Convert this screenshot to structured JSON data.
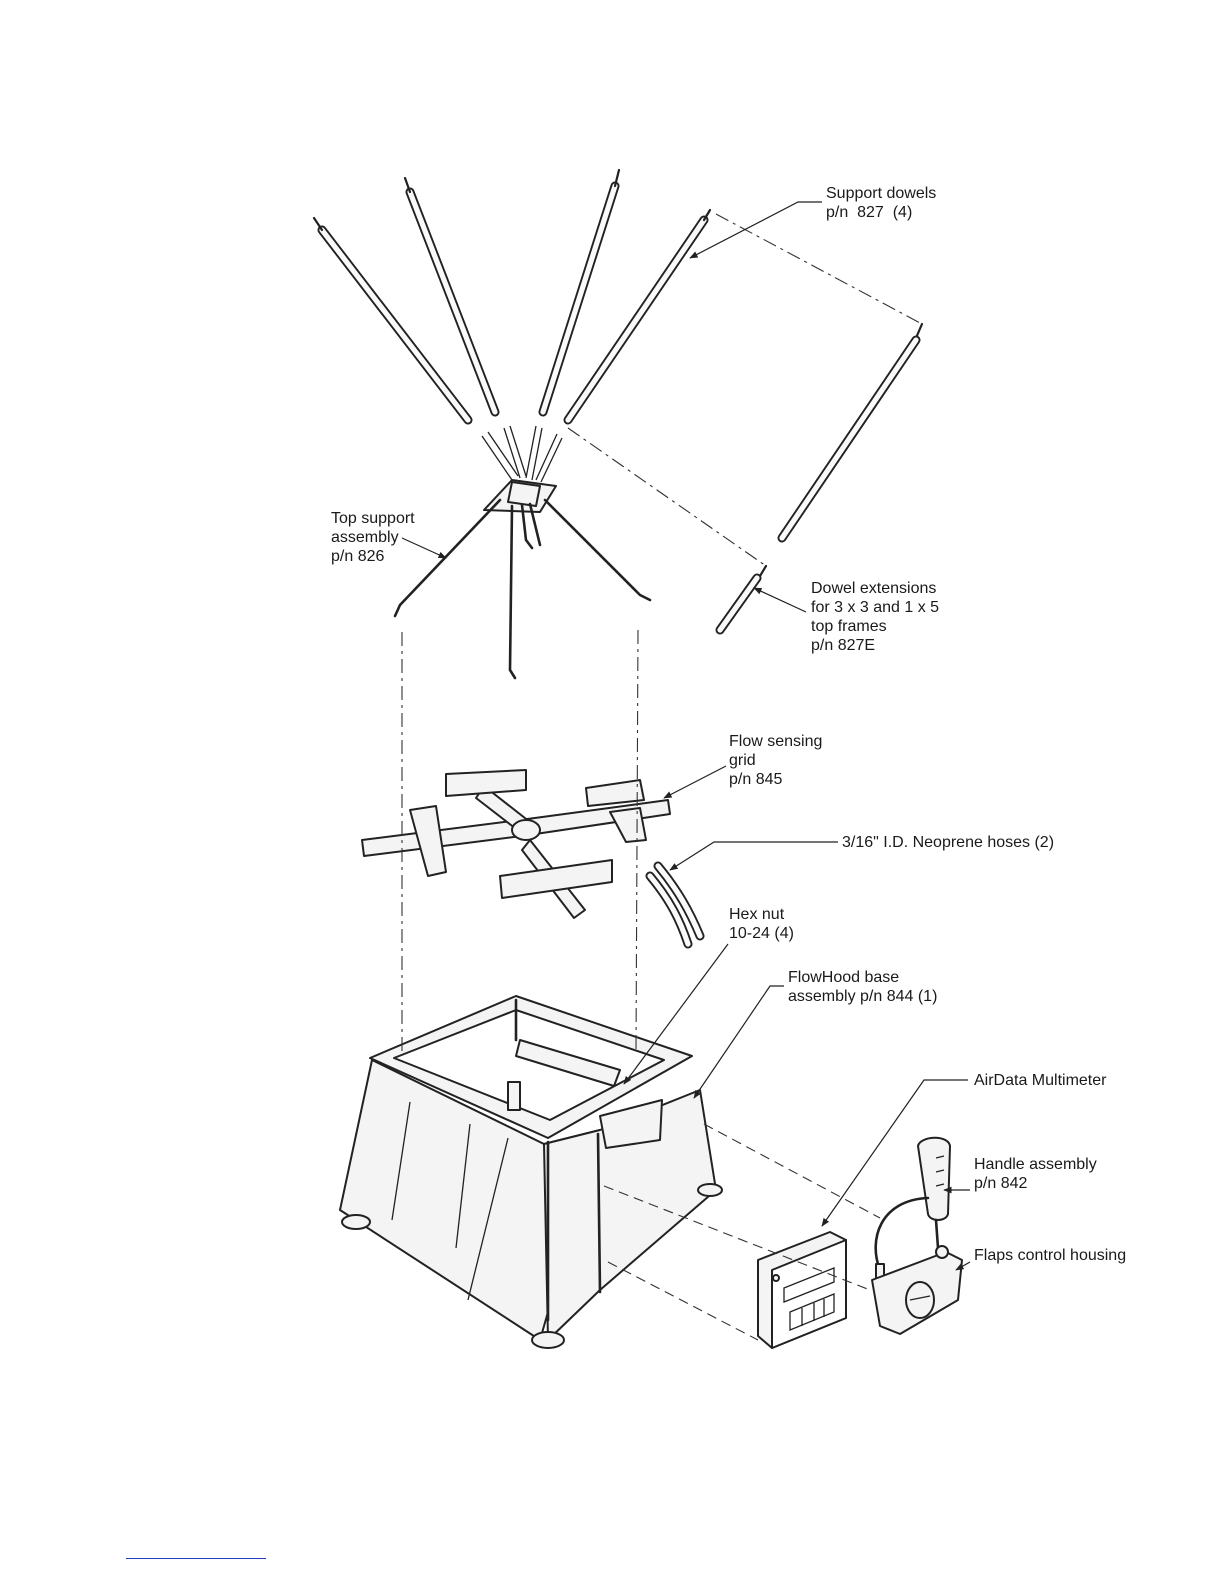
{
  "labels": {
    "support_dowels": "Support dowels\np/n  827  (4)",
    "top_support": "Top support\nassembly\np/n 826",
    "dowel_ext": "Dowel extensions\nfor 3 x 3 and 1 x 5\ntop frames\np/n 827E",
    "flow_grid": "Flow sensing\ngrid\np/n 845",
    "hoses": "3/16\" I.D. Neoprene hoses (2)",
    "hex_nut": "Hex nut\n10-24 (4)",
    "base": "FlowHood base\nassembly p/n 844 (1)",
    "multimeter": "AirData Multimeter",
    "handle": "Handle assembly\np/n 842",
    "flaps": "Flaps control housing"
  }
}
